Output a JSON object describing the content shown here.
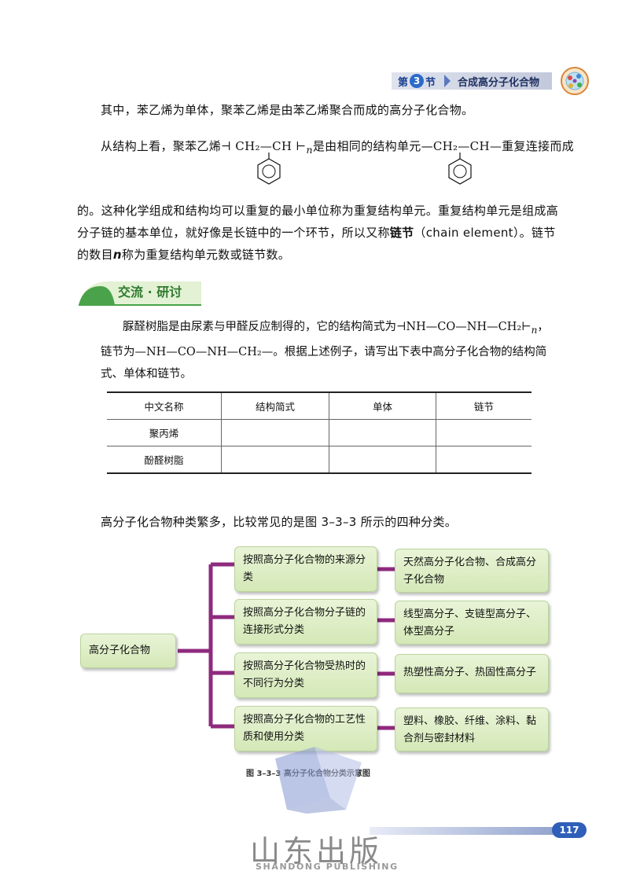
{
  "header": {
    "section_prefix": "第",
    "section_num": "3",
    "section_suffix": "节",
    "section_title": "合成高分子化合物"
  },
  "para1": "其中，苯乙烯为单体，聚苯乙烯是由苯乙烯聚合而成的高分子化合物。",
  "para2": {
    "a": "从结构上看，聚苯乙烯",
    "formula": "CH₂—CH",
    "n": "n",
    "b": "是由相同的结构单元—",
    "unit": "CH₂—CH—",
    "c": "重复连接而成"
  },
  "para3": {
    "a": "的。这种化学组成和结构均可以重复的最小单位称为重复结构单元。重复结构单元是组成高分子链的基本单位，就好像是长链中的一个环节，所以又称",
    "bold": "链节",
    "b": "（chain element）。链节的数目",
    "n": "n",
    "c": "称为重复结构单元数或链节数。"
  },
  "discussion": {
    "label": "交流 · 研讨"
  },
  "para4": {
    "a": "脲醛树脂是由尿素与甲醛反应制得的，它的结构简式为",
    "formula": "NH—CO—NH—CH₂",
    "n": "n",
    "b": "，",
    "c": "链节为—NH—CO—NH—CH₂—。根据上述例子，请写出下表中高分子化合物的结构简式、单体和链节。"
  },
  "table": {
    "headers": [
      "中文名称",
      "结构简式",
      "单体",
      "链节"
    ],
    "rows": [
      [
        "聚丙烯",
        "",
        "",
        ""
      ],
      [
        "酚醛树脂",
        "",
        "",
        ""
      ]
    ]
  },
  "para5": "高分子化合物种类繁多，比较常见的是图 3–3–3 所示的四种分类。",
  "diagram": {
    "root": "高分子化合物",
    "branches": [
      {
        "criterion": "按照高分子化合物的来源分类",
        "types": "天然高分子化合物、合成高分子化合物"
      },
      {
        "criterion": "按照高分子化合物分子链的连接形式分类",
        "types": "线型高分子、支链型高分子、体型高分子"
      },
      {
        "criterion": "按照高分子化合物受热时的不同行为分类",
        "types": "热塑性高分子、热固性高分子"
      },
      {
        "criterion": "按照高分子化合物的工艺性质和使用分类",
        "types": "塑料、橡胶、纤维、涂料、黏合剂与密封材料"
      }
    ],
    "caption": "图 3–3–3   高分子化合物分类示意图"
  },
  "footer": {
    "page": "117",
    "publisher_cn": "山东出版",
    "publisher_en": "SHANDONG PUBLISHING"
  },
  "colors": {
    "diagram_line": "#8e2a7e",
    "box_fill": "#dcedc4",
    "accent_blue": "#2f5fb8",
    "discussion_green": "#2f7a2f"
  }
}
